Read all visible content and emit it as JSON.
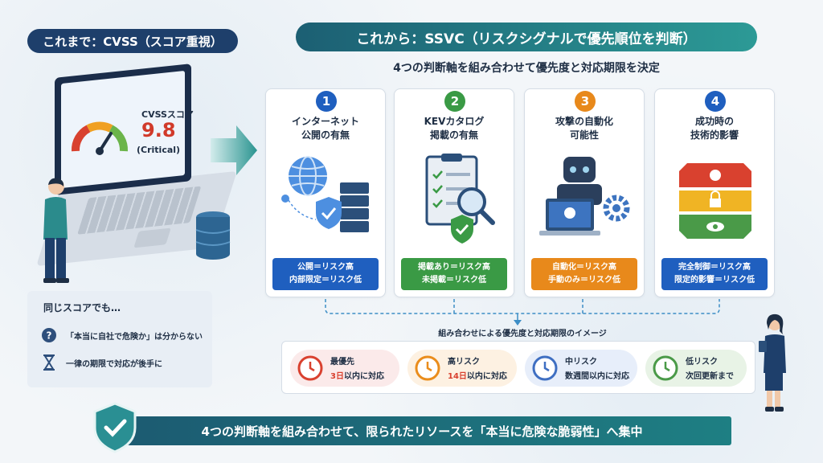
{
  "header": {
    "left_pill": "これまで：CVSS（スコア重視）",
    "right_pill": "これから：SSVC（リスクシグナルで優先順位を判断）",
    "subtitle": "4つの判断軸を組み合わせて優先度と対応期限を決定"
  },
  "laptop": {
    "score_label": "CVSSスコア",
    "score_value": "9.8",
    "score_severity": "(Critical)"
  },
  "left_box": {
    "title": "同じスコアでも…",
    "row1": "「本当に自社で危険か」は分からない",
    "row2": "一律の期限で対応が後手に"
  },
  "cards": [
    {
      "number": "1",
      "title": "インターネット\n公開の有無",
      "tag": "公開＝リスク高\n内部限定＝リスク低",
      "color": "#1f5fbf",
      "icon": "globe-server-icon"
    },
    {
      "number": "2",
      "title": "KEVカタログ\n掲載の有無",
      "tag": "掲載あり＝リスク高\n未掲載＝リスク低",
      "color": "#3a9a45",
      "icon": "clipboard-magnifier-icon"
    },
    {
      "number": "3",
      "title": "攻撃の自動化\n可能性",
      "tag": "自動化＝リスク高\n手動のみ＝リスク低",
      "color": "#e8891b",
      "icon": "robot-laptop-icon"
    },
    {
      "number": "4",
      "title": "成功時の\n技術的影響",
      "tag": "完全制御＝リスク高\n限定的影響＝リスク低",
      "color": "#1f5fbf",
      "icon": "layered-impact-icon"
    }
  ],
  "combination": {
    "title": "組み合わせによる優先度と対応期限のイメージ",
    "levels": [
      {
        "label": "最優先",
        "highlight": "3日",
        "suffix": "以内に対応",
        "color": "#d9412f",
        "bg": "#fbeaea"
      },
      {
        "label": "高リスク",
        "highlight": "14日",
        "suffix": "以内に対応",
        "color": "#ea8d1c",
        "bg": "#fdf1e2"
      },
      {
        "label": "中リスク",
        "highlight": "",
        "suffix": "数週間以内に対応",
        "color": "#3f6fc2",
        "bg": "#e7eefa"
      },
      {
        "label": "低リスク",
        "highlight": "",
        "suffix": "次回更新まで",
        "color": "#4a9a48",
        "bg": "#e8f3e6"
      }
    ]
  },
  "footer": {
    "message": "4つの判断軸を組み合わせて、限られたリソースを「本当に危険な脆弱性」へ集中"
  }
}
